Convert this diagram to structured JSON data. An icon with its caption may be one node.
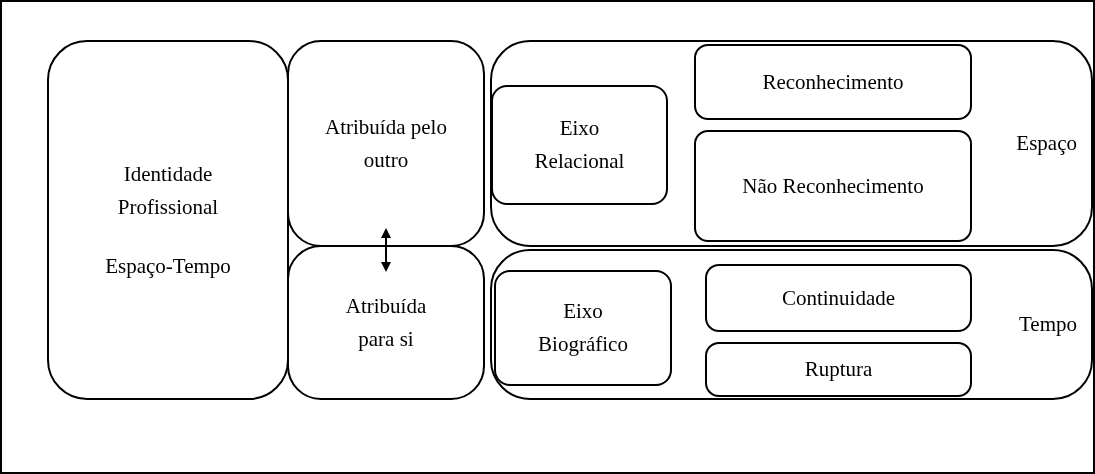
{
  "diagram": {
    "nodes": [
      {
        "text": [
          "Identidade Profissional",
          "Espaço-Tempo"
        ]
      },
      {
        "text": [
          "Atribuída pelo outro"
        ]
      },
      {
        "text": [
          "Atribuída para si"
        ]
      },
      {
        "text": [
          "Espaço"
        ]
      },
      {
        "text": [
          "Eixo Relacional"
        ],
        "in": 3
      },
      {
        "text": [
          "Reconhecimento"
        ],
        "in": 3
      },
      {
        "text": [
          "Não Reconhecimento"
        ],
        "in": 3
      },
      {
        "text": [
          "Tempo"
        ]
      },
      {
        "text": [
          "Eixo Biográfico"
        ],
        "in": 7
      },
      {
        "text": [
          "Continuidade"
        ],
        "in": 7
      },
      {
        "text": [
          "Ruptura"
        ],
        "in": 7
      }
    ],
    "edges": [
      {
        "from": 1,
        "to": 2,
        "arrow": "both"
      }
    ]
  }
}
